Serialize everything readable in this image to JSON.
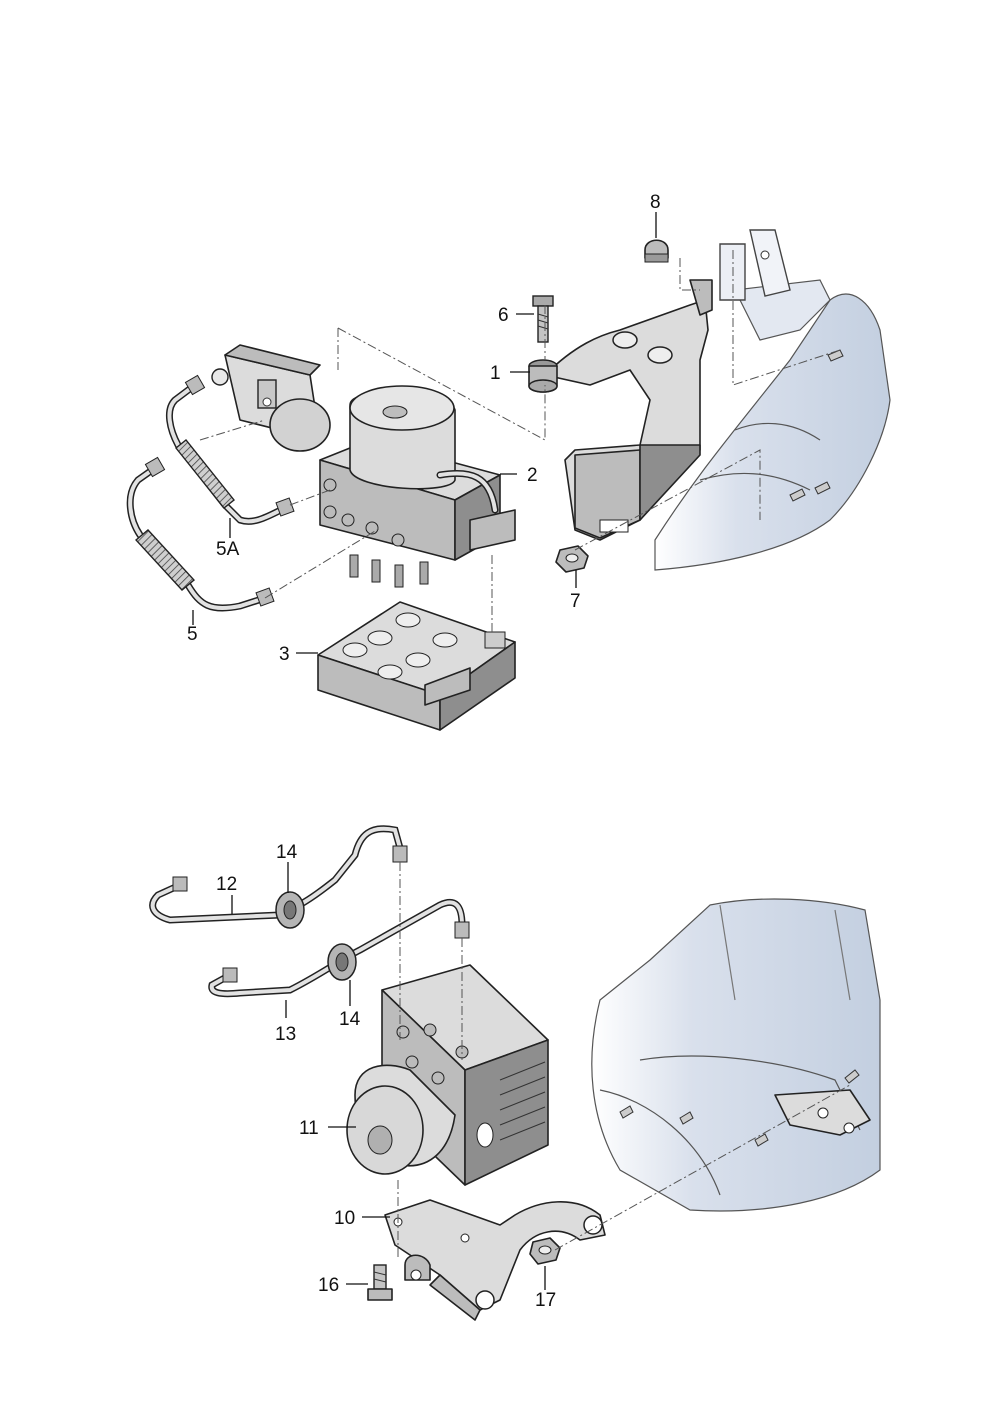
{
  "diagram": {
    "callouts": [
      {
        "id": "c1",
        "text": "1"
      },
      {
        "id": "c2",
        "text": "2"
      },
      {
        "id": "c3",
        "text": "3"
      },
      {
        "id": "c5",
        "text": "5"
      },
      {
        "id": "c5a",
        "text": "5A"
      },
      {
        "id": "c6",
        "text": "6"
      },
      {
        "id": "c7",
        "text": "7"
      },
      {
        "id": "c8",
        "text": "8"
      },
      {
        "id": "c10",
        "text": "10"
      },
      {
        "id": "c11",
        "text": "11"
      },
      {
        "id": "c12",
        "text": "12"
      },
      {
        "id": "c13",
        "text": "13"
      },
      {
        "id": "c14a",
        "text": "14"
      },
      {
        "id": "c14b",
        "text": "14"
      },
      {
        "id": "c16",
        "text": "16"
      },
      {
        "id": "c17",
        "text": "17"
      }
    ],
    "colors": {
      "body_shade": "#c9d3e3",
      "line": "#222222",
      "metal": "#bcbcbc"
    }
  }
}
